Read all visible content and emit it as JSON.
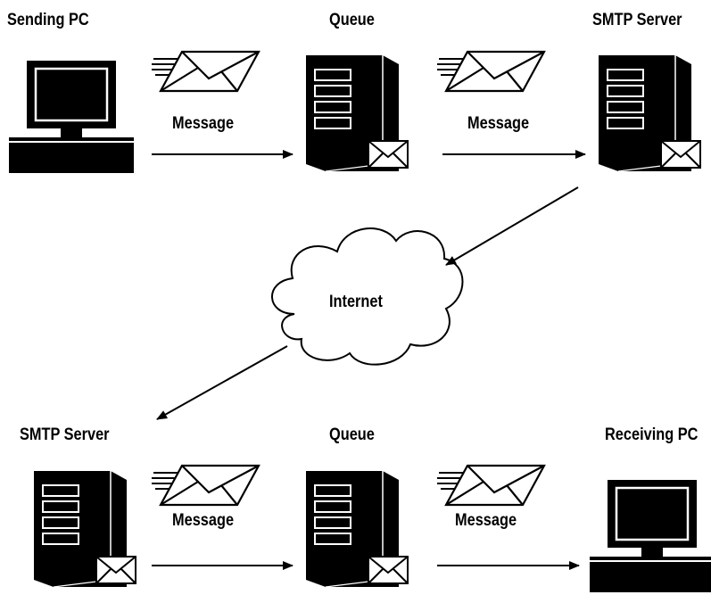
{
  "labels": {
    "sending_pc": "Sending PC",
    "queue_top": "Queue",
    "smtp_server_top": "SMTP Server",
    "message_1": "Message",
    "message_2": "Message",
    "internet": "Internet",
    "smtp_server_bottom": "SMTP Server",
    "queue_bottom": "Queue",
    "receiving_pc": "Receiving PC",
    "message_3": "Message",
    "message_4": "Message"
  },
  "colors": {
    "ink": "#000000",
    "paper": "#ffffff"
  },
  "icons": [
    "computer-icon",
    "server-icon",
    "envelope-icon",
    "flying-envelope-icon",
    "cloud-icon",
    "arrow"
  ]
}
